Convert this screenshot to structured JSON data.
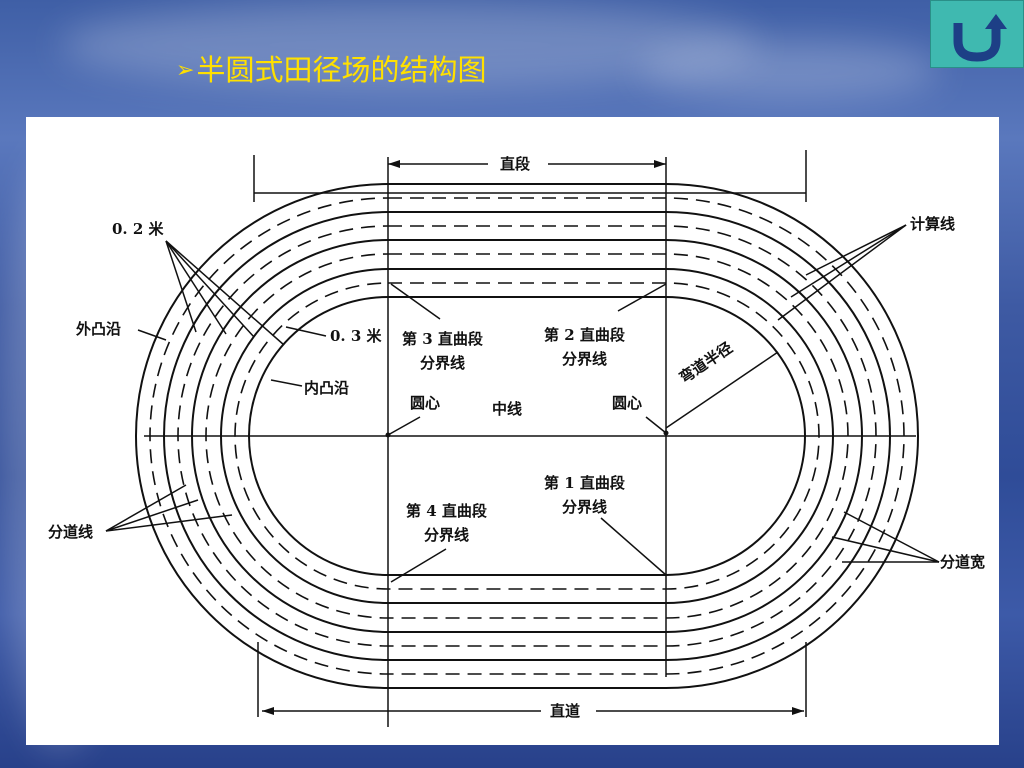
{
  "slide": {
    "title_marker": "➢",
    "title": "半圆式田径场的结构图"
  },
  "nav": {
    "return_icon": "u-turn-arrow-icon",
    "color": "#3fb9b0"
  },
  "diagram": {
    "labels": {
      "straight_segment": "直段",
      "straight_track": "直道",
      "zero_two_m": "0. 2 米",
      "zero_three_m": "0. 3 米",
      "outer_curb": "外凸沿",
      "inner_curb": "内凸沿",
      "lane_line": "分道线",
      "calc_line": "计算线",
      "lane_width": "分道宽",
      "curve_radius": "弯道半径",
      "center_line": "中线",
      "center_left": "圆心",
      "center_right": "圆心",
      "div3": "第 3 直曲段\n分界线",
      "div2": "第 2 直曲段\n分界线",
      "div4": "第 4 直曲段\n分界线",
      "div1": "第 1 直曲段\n分界线"
    }
  }
}
